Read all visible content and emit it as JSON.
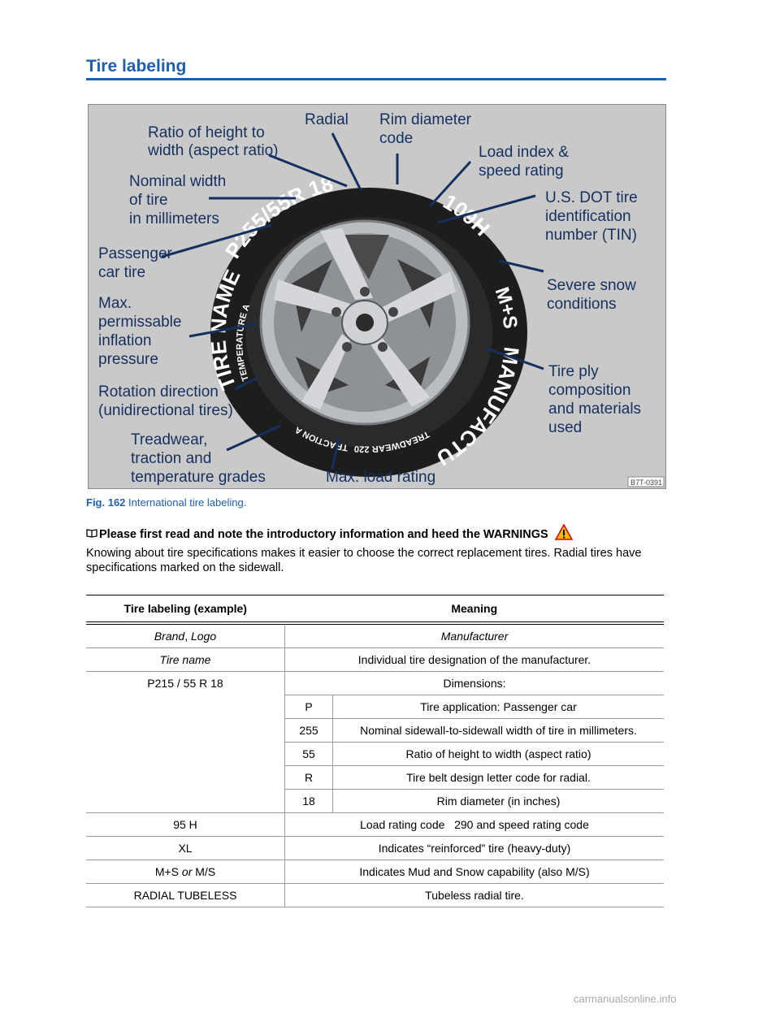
{
  "page": {
    "title": "Tire labeling"
  },
  "figure": {
    "labels": {
      "radial": "Radial",
      "aspect_1": "Ratio of height to",
      "aspect_2": "width (aspect ratio)",
      "rim_1": "Rim diameter",
      "rim_2": "code",
      "load_1": "Load index &",
      "load_2": "speed rating",
      "nominal_1": "Nominal width",
      "nominal_2": "of tire",
      "nominal_3": "in millimeters",
      "dot_1": "U.S. DOT tire",
      "dot_2": "identification",
      "dot_3": "number (TIN)",
      "passenger_1": "Passenger",
      "passenger_2": "car tire",
      "snow_1": "Severe snow",
      "snow_2": "conditions",
      "max_1": "Max.",
      "max_2": "permissable",
      "max_3": "inflation",
      "max_4": "pressure",
      "ply_1": "Tire ply",
      "ply_2": "composition",
      "ply_3": "and materials",
      "ply_4": "used",
      "rotation_1": "Rotation direction",
      "rotation_2": "(unidirectional tires)",
      "tread_1": "Treadwear,",
      "tread_2": "traction and",
      "tread_3": "temperature grades",
      "max_load": "Max. load rating"
    },
    "tire_text": {
      "size": "P255/55R 18",
      "load_speed": "109H",
      "ms": "M+S",
      "name": "TIRE NAME",
      "manufacturer": "MANUFACTURER",
      "treadwear": "TREADWEAR 220",
      "traction": "TRACTION A",
      "temperature": "TEMPERATURE A"
    },
    "code": "B7T-0391"
  },
  "caption": {
    "fig_label": "Fig. 162",
    "text": "International tire labeling."
  },
  "notice": {
    "text": "Please first read and note the introductory information and heed the WARNINGS"
  },
  "intro": "Knowing about tire specifications makes it easier to choose the correct replacement tires. Radial tires have specifications marked on the sidewall.",
  "table": {
    "headers": [
      "Tire labeling (example)",
      "Meaning"
    ],
    "rows": {
      "brand": {
        "a": "Brand",
        "sep": ", ",
        "b": "Logo",
        "meaning": "Manufacturer"
      },
      "name": {
        "label": "Tire name",
        "meaning": "Individual tire designation of the manufacturer."
      },
      "dims": {
        "label": "P215 / 55 R 18",
        "meaning": "Dimensions:",
        "sub": [
          {
            "code": "P",
            "meaning": "Tire application: Passenger car"
          },
          {
            "code": "255",
            "meaning": "Nominal sidewall-to-sidewall width of tire in millimeters."
          },
          {
            "code": "55",
            "meaning": "Ratio of height to width (aspect ratio)"
          },
          {
            "code": "R",
            "meaning": "Tire belt design letter code for radial."
          },
          {
            "code": "18",
            "meaning": "Rim diameter (in inches)"
          }
        ]
      },
      "load": {
        "label": "95 H",
        "meaning": "Load rating code   290 and speed rating code"
      },
      "xl": {
        "label": "XL",
        "meaning": "Indicates “reinforced” tire (heavy-duty)"
      },
      "ms": {
        "a": "M+S",
        "or": " or ",
        "b": "M/S",
        "meaning": "Indicates Mud and Snow capability (also M/S)"
      },
      "radial": {
        "label": "RADIAL TUBELESS",
        "meaning": "Tubeless radial tire."
      }
    }
  },
  "watermark": "carmanualsonline.info",
  "colors": {
    "accent": "#1f5fae",
    "label_text": "#15305e",
    "figure_bg": "#c9c9c9"
  }
}
